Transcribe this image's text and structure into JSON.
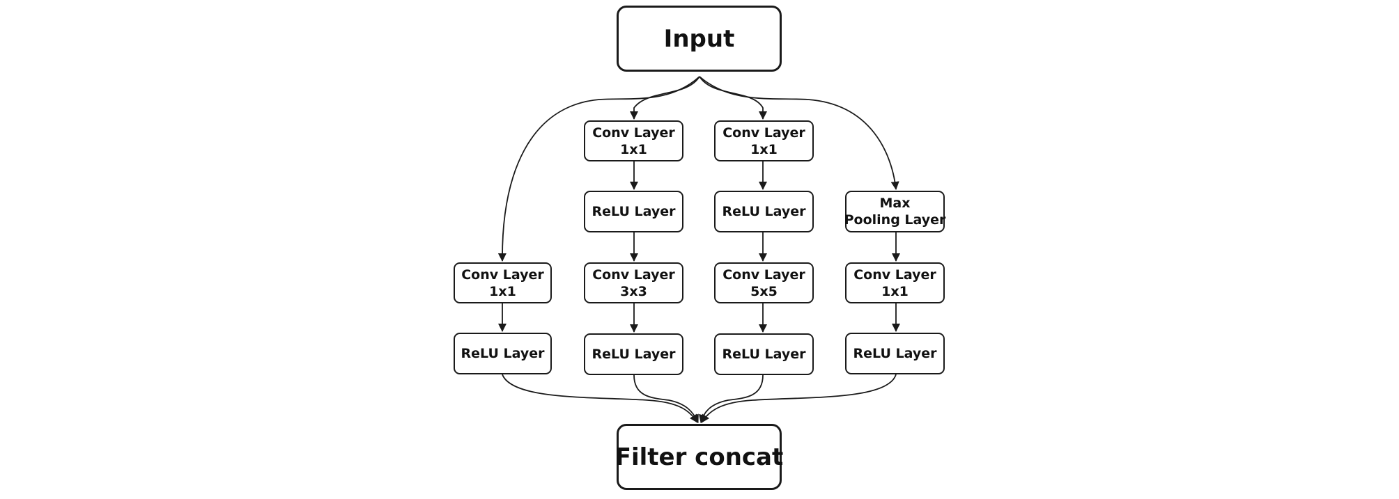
{
  "input": {
    "label": "Input"
  },
  "output": {
    "label": "Filter concat"
  },
  "branches": [
    {
      "name": "branch-1",
      "layers": [
        {
          "line1": "Conv Layer",
          "line2": "1x1"
        },
        {
          "line1": "ReLU Layer",
          "line2": ""
        }
      ]
    },
    {
      "name": "branch-2",
      "layers": [
        {
          "line1": "Conv Layer",
          "line2": "1x1"
        },
        {
          "line1": "ReLU Layer",
          "line2": ""
        },
        {
          "line1": "Conv Layer",
          "line2": "3x3"
        },
        {
          "line1": "ReLU Layer",
          "line2": ""
        }
      ]
    },
    {
      "name": "branch-3",
      "layers": [
        {
          "line1": "Conv Layer",
          "line2": "1x1"
        },
        {
          "line1": "ReLU Layer",
          "line2": ""
        },
        {
          "line1": "Conv Layer",
          "line2": "5x5"
        },
        {
          "line1": "ReLU Layer",
          "line2": ""
        }
      ]
    },
    {
      "name": "branch-4",
      "layers": [
        {
          "line1": "Max",
          "line2": "Pooling Layer"
        },
        {
          "line1": "Conv Layer",
          "line2": "1x1"
        },
        {
          "line1": "ReLU Layer",
          "line2": ""
        }
      ]
    }
  ]
}
